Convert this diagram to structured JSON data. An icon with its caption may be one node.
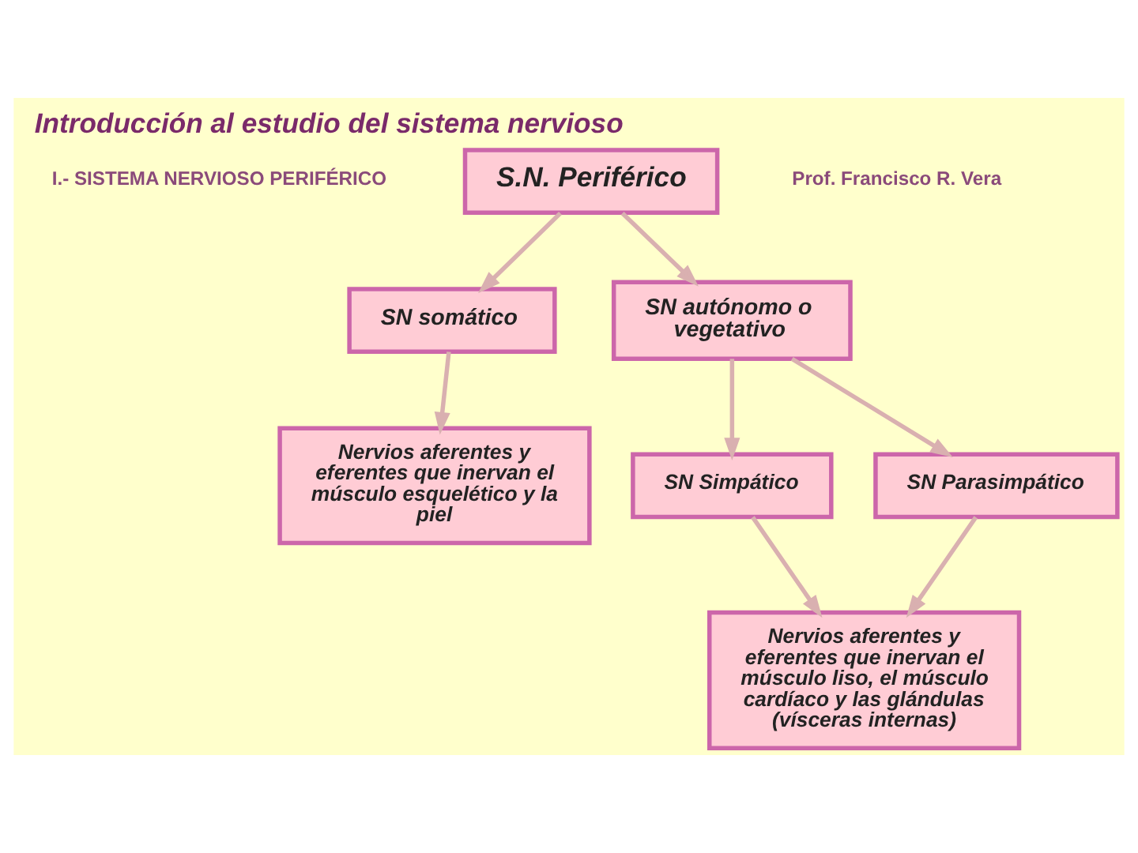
{
  "diagram": {
    "title": "Introducción al estudio del sistema nervioso",
    "nodes": [
      {
        "text": [
          "S.N. Periférico"
        ]
      },
      {
        "text": [
          "SN somático"
        ]
      },
      {
        "text": [
          "SN autónomo o vegetativo"
        ]
      },
      {
        "text": [
          "SN Simpático"
        ]
      },
      {
        "text": [
          "SN Parasimpático"
        ]
      },
      {
        "text": [
          "Nervios aferentes y eferentes que inervan el músculo esquelético y la piel"
        ]
      },
      {
        "text": [
          "Nervios aferentes y eferentes que inervan el músculo liso, el músculo cardíaco y las glándulas (vísceras internas)"
        ]
      }
    ],
    "edges": [
      {
        "from": 0,
        "to": 1,
        "arrow": "to"
      },
      {
        "from": 0,
        "to": 2,
        "arrow": "to"
      },
      {
        "from": 1,
        "to": 5,
        "arrow": "to"
      },
      {
        "from": 2,
        "to": 3,
        "arrow": "to"
      },
      {
        "from": 2,
        "to": 4,
        "arrow": "to"
      },
      {
        "from": 3,
        "to": 6,
        "arrow": "to"
      },
      {
        "from": 4,
        "to": 6,
        "arrow": "to"
      }
    ],
    "labels": [
      "Prof. Francisco R. Vera",
      "I.- SISTEMA NERVIOSO PERIFÉRICO"
    ]
  }
}
